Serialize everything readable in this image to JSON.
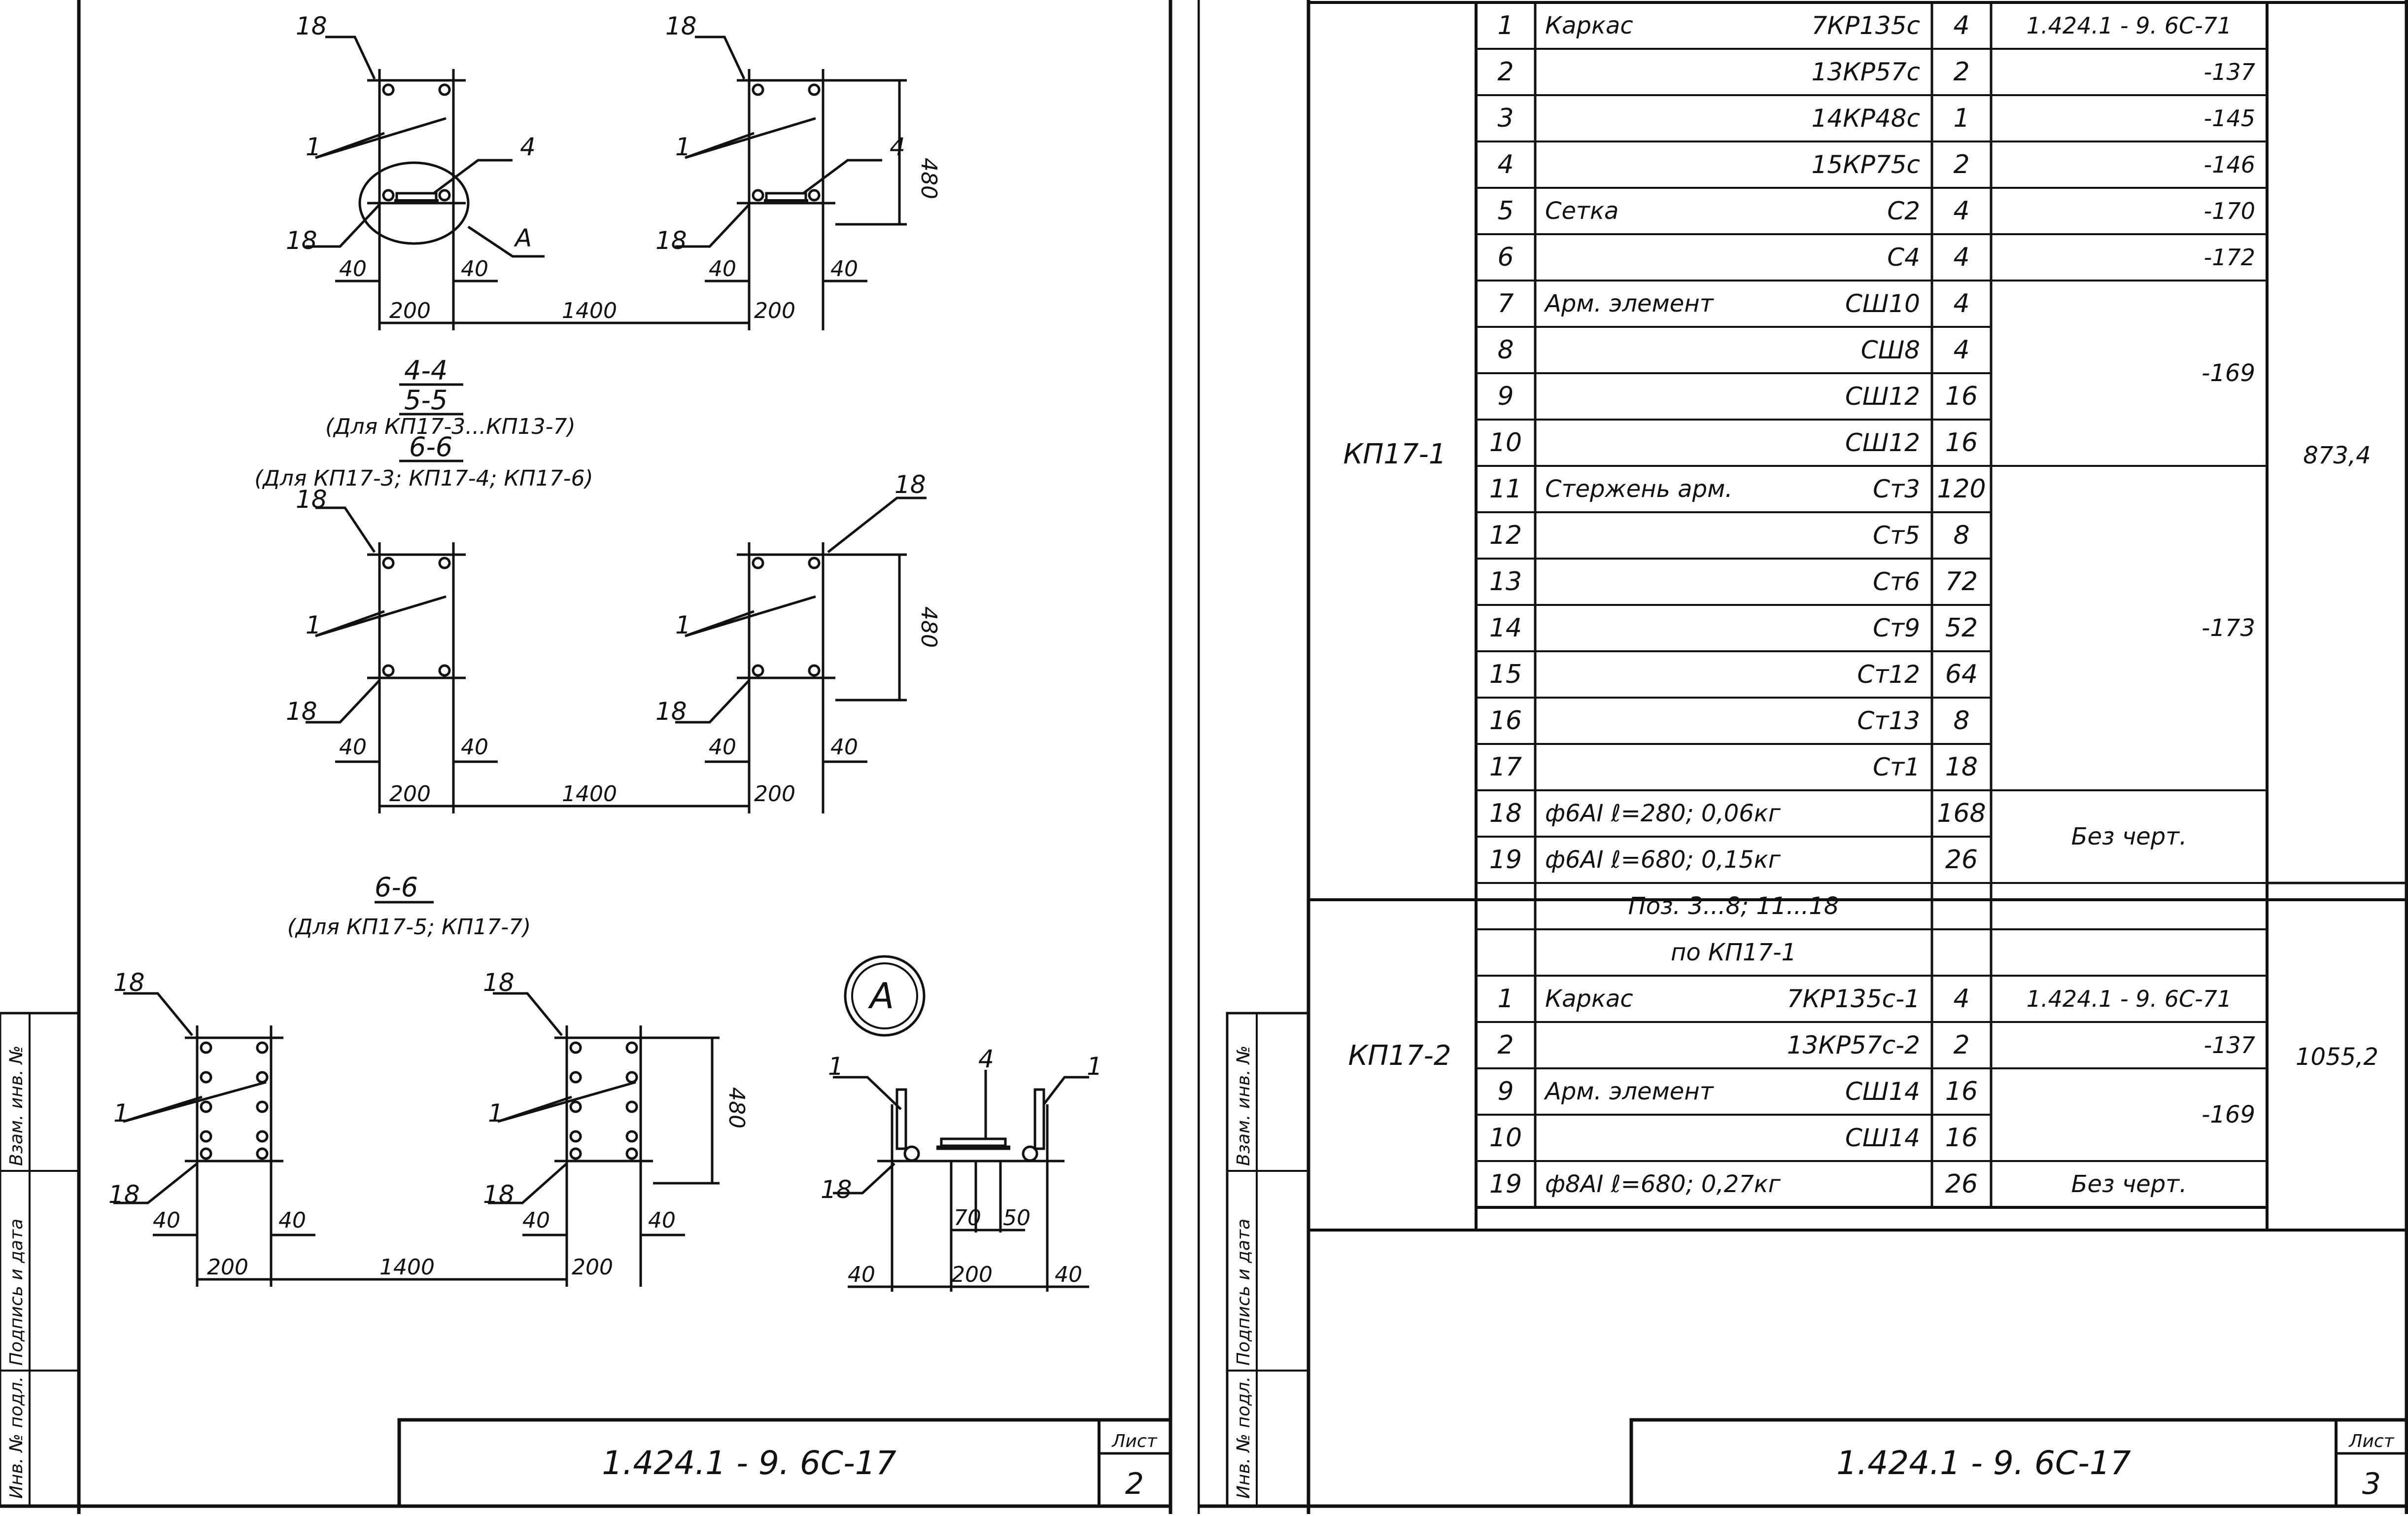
{
  "left_sheet": {
    "doc_code": "1.424.1 - 9. 6С-17",
    "sheet_label": "Лист",
    "sheet_number": "2",
    "side_stamp": [
      "Инв. № подл.",
      "Подпись и дата",
      "Взам. инв. №"
    ],
    "section_a": {
      "title_num": "4-4",
      "title_den": "5-5",
      "note1": "(Для КП17-3...КП13-7)",
      "title2": "6-6",
      "note2": "(Для КП17-3; КП17-4; КП17-6)"
    },
    "section_b": {
      "title": "6-6",
      "note": "(Для КП17-5; КП17-7)"
    },
    "callout": "А",
    "labels": {
      "p18": "18",
      "p1": "1",
      "p4": "4",
      "callA": "А"
    },
    "dims": {
      "d40": "40",
      "d200": "200",
      "d1400": "1400",
      "d480": "480",
      "d70": "70",
      "d50": "50"
    }
  },
  "right_sheet": {
    "doc_code": "1.424.1 - 9. 6С-17",
    "sheet_label": "Лист",
    "sheet_number": "3",
    "side_stamp": [
      "Инв. № подл.",
      "Подпись и дата",
      "Взам. инв. №"
    ],
    "groups": [
      {
        "mark": "КП17-1",
        "mass": "873,4"
      },
      {
        "mark": "КП17-2",
        "mass": "1055,2"
      }
    ],
    "rows": [
      {
        "pos": "1",
        "name": "Каркас",
        "item": "7КР135с",
        "qty": "4",
        "doc": "1.424.1 - 9. 6С-71"
      },
      {
        "pos": "2",
        "name": "",
        "item": "13КР57с",
        "qty": "2",
        "doc": "-137"
      },
      {
        "pos": "3",
        "name": "",
        "item": "14КР48с",
        "qty": "1",
        "doc": "-145"
      },
      {
        "pos": "4",
        "name": "",
        "item": "15КР75с",
        "qty": "2",
        "doc": "-146"
      },
      {
        "pos": "5",
        "name": "Сетка",
        "item": "С2",
        "qty": "4",
        "doc": "-170"
      },
      {
        "pos": "6",
        "name": "",
        "item": "С4",
        "qty": "4",
        "doc": "-172"
      },
      {
        "pos": "7",
        "name": "Арм. элемент",
        "item": "СШ10",
        "qty": "4",
        "doc": ""
      },
      {
        "pos": "8",
        "name": "",
        "item": "СШ8",
        "qty": "4",
        "doc": ""
      },
      {
        "pos": "9",
        "name": "",
        "item": "СШ12",
        "qty": "16",
        "doc": ""
      },
      {
        "pos": "10",
        "name": "",
        "item": "СШ12",
        "qty": "16",
        "doc": ""
      },
      {
        "pos": "11",
        "name": "Стержень арм.",
        "item": "Ст3",
        "qty": "120",
        "doc": ""
      },
      {
        "pos": "12",
        "name": "",
        "item": "Ст5",
        "qty": "8",
        "doc": ""
      },
      {
        "pos": "13",
        "name": "",
        "item": "Ст6",
        "qty": "72",
        "doc": ""
      },
      {
        "pos": "14",
        "name": "",
        "item": "Ст9",
        "qty": "52",
        "doc": ""
      },
      {
        "pos": "15",
        "name": "",
        "item": "Ст12",
        "qty": "64",
        "doc": ""
      },
      {
        "pos": "16",
        "name": "",
        "item": "Ст13",
        "qty": "8",
        "doc": ""
      },
      {
        "pos": "17",
        "name": "",
        "item": "Ст1",
        "qty": "18",
        "doc": ""
      },
      {
        "pos": "18",
        "name": "ф6АI ℓ=280; 0,06кг",
        "item": "",
        "qty": "168",
        "doc": ""
      },
      {
        "pos": "19",
        "name": "ф6АI ℓ=680; 0,15кг",
        "item": "",
        "qty": "26",
        "doc": ""
      },
      {
        "pos": "",
        "name": "Поз. 3...8; 11...18",
        "item": "",
        "qty": "",
        "doc": ""
      },
      {
        "pos": "",
        "name": "по КП17-1",
        "item": "",
        "qty": "",
        "doc": ""
      },
      {
        "pos": "1",
        "name": "Каркас",
        "item": "7КР135с-1",
        "qty": "4",
        "doc": "1.424.1 - 9. 6С-71"
      },
      {
        "pos": "2",
        "name": "",
        "item": "13КР57с-2",
        "qty": "2",
        "doc": "-137"
      },
      {
        "pos": "9",
        "name": "Арм. элемент",
        "item": "СШ14",
        "qty": "16",
        "doc": ""
      },
      {
        "pos": "10",
        "name": "",
        "item": "СШ14",
        "qty": "16",
        "doc": ""
      },
      {
        "pos": "19",
        "name": "ф8АI ℓ=680; 0,27кг",
        "item": "",
        "qty": "26",
        "doc": ""
      }
    ],
    "merged_docs": [
      {
        "text": "-169"
      },
      {
        "text": "-173"
      },
      {
        "text": "Без черт."
      },
      {
        "text": "-169"
      },
      {
        "text": "Без черт."
      }
    ]
  }
}
